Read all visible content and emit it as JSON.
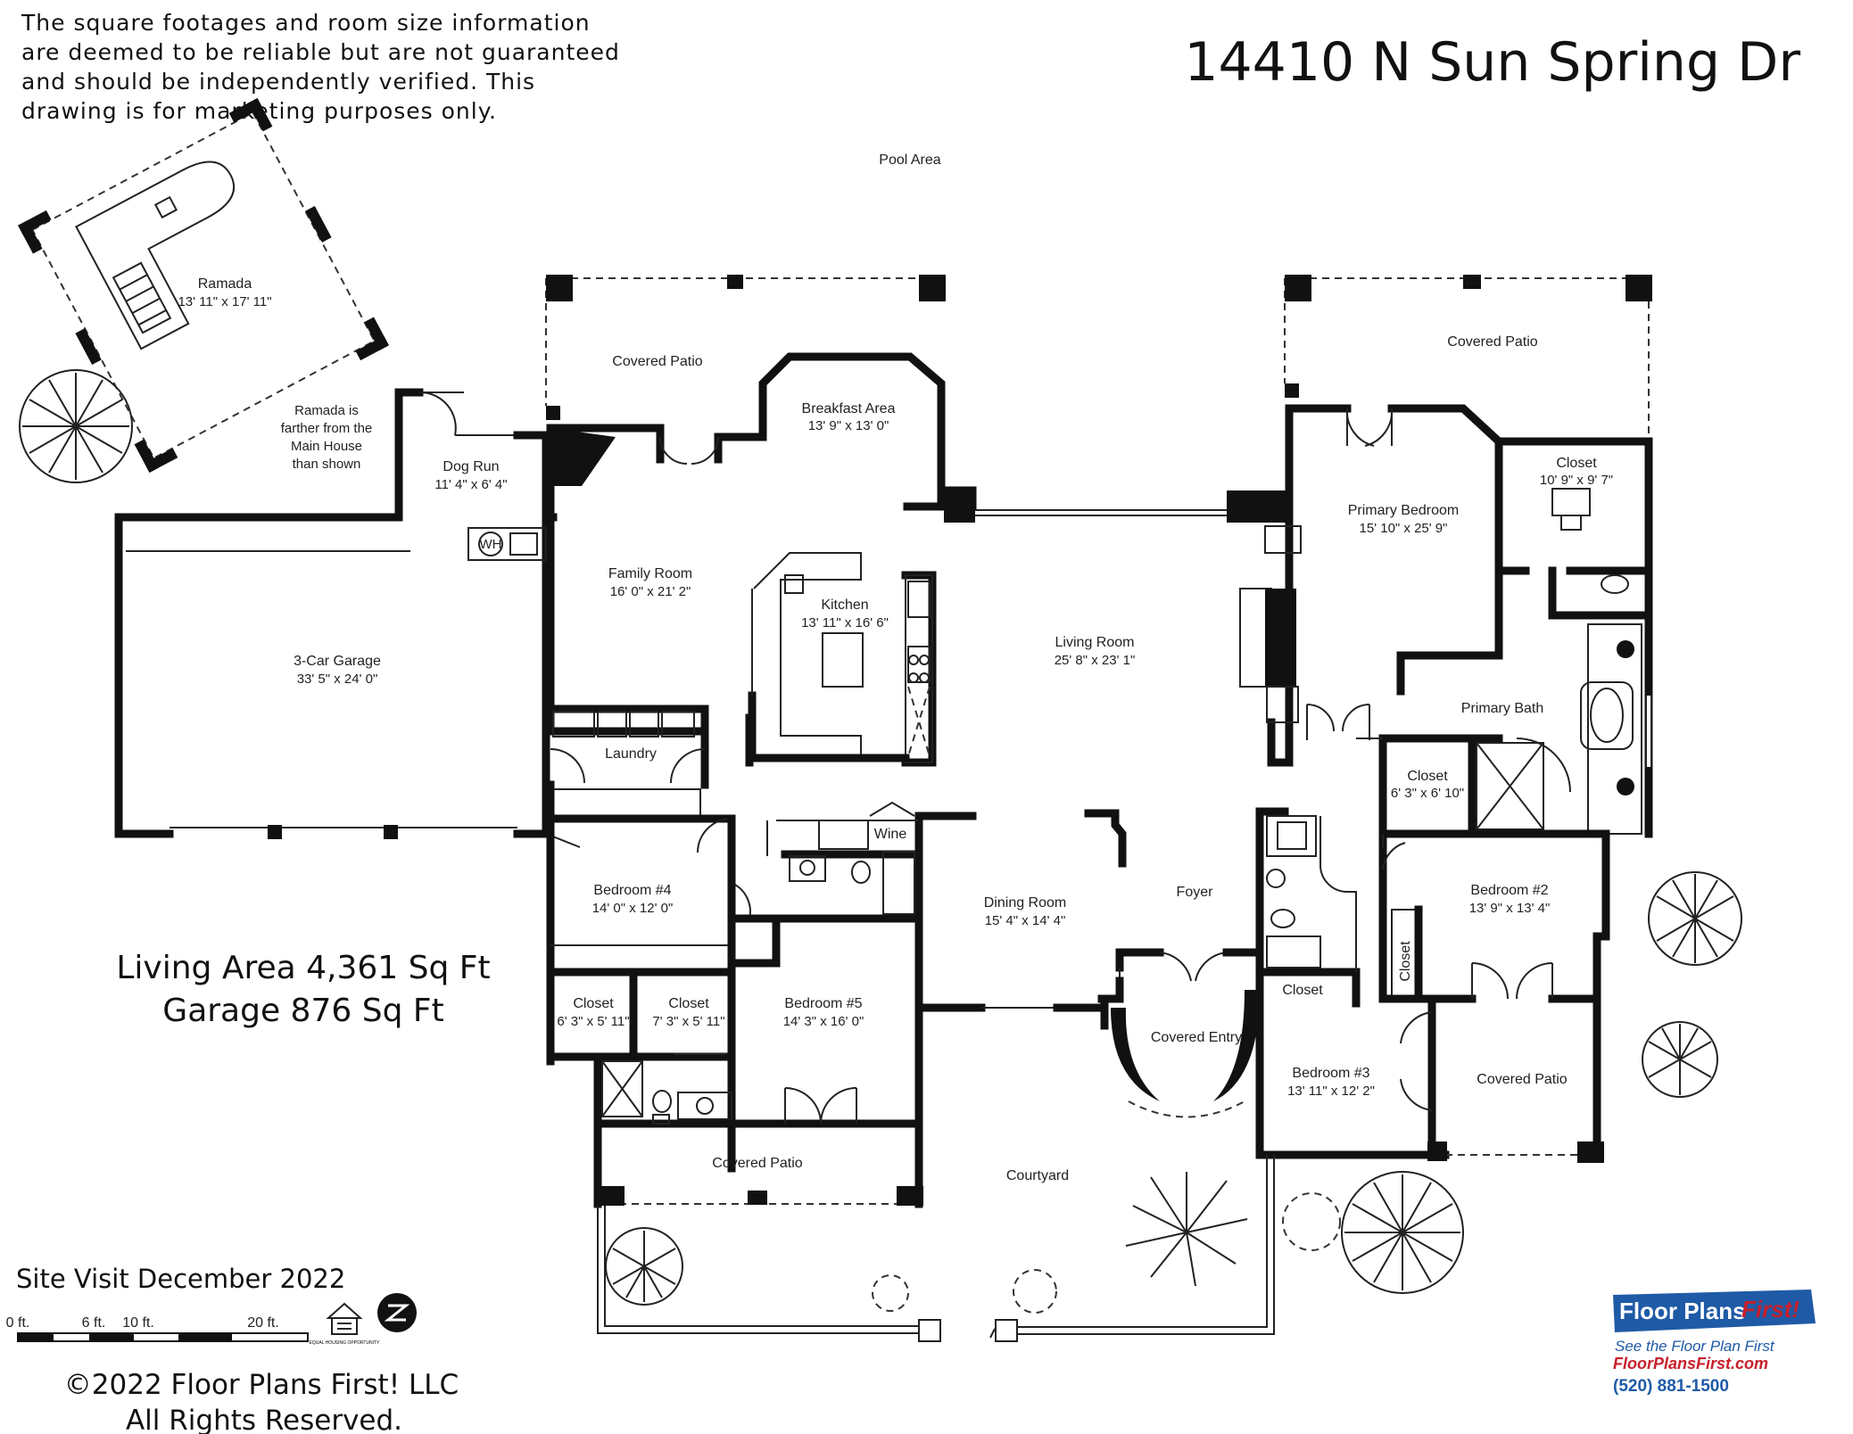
{
  "header": {
    "address": "14410 N Sun Spring Dr",
    "disclaimer_lines": [
      "The square footages and room size information",
      "are deemed to be reliable but are not guaranteed",
      "and should be independently verified. This",
      "drawing is for marketing purposes only."
    ]
  },
  "areas": {
    "living": "Living Area 4,361 Sq Ft",
    "garage": "Garage 876 Sq Ft"
  },
  "site_visit": "Site Visit December 2022",
  "scale_labels": [
    "0 ft.",
    "6 ft.",
    "10 ft.",
    "20 ft."
  ],
  "equal_housing": "EQUAL HOUSING OPPORTUNITY",
  "copyright": [
    "©2022 Floor Plans First! LLC",
    "All Rights Reserved."
  ],
  "brand": {
    "name": "Floor Plans",
    "name_accent": "First!",
    "tagline": "See the Floor Plan First",
    "url": "FloorPlansFirst.com",
    "phone": "(520) 881-1500",
    "colors": {
      "blue": "#1f5aa6",
      "red": "#c8202c"
    }
  },
  "rooms": {
    "pool_area": {
      "name": "Pool Area"
    },
    "ramada": {
      "name": "Ramada",
      "dim": "13' 11\" x 17' 11\""
    },
    "ramada_note": [
      "Ramada is",
      "farther from the",
      "Main House",
      "than shown"
    ],
    "covered_patio_left": {
      "name": "Covered Patio"
    },
    "breakfast": {
      "name": "Breakfast Area",
      "dim": "13' 9\" x 13' 0\""
    },
    "covered_patio_right": {
      "name": "Covered Patio"
    },
    "primary_bedroom": {
      "name": "Primary Bedroom",
      "dim": "15' 10\" x 25' 9\""
    },
    "closet_primary": {
      "name": "Closet",
      "dim": "10' 9\" x 9' 7\""
    },
    "dog_run": {
      "name": "Dog Run",
      "dim": "11' 4\" x 6' 4\""
    },
    "wh": {
      "name": "WH"
    },
    "family_room": {
      "name": "Family Room",
      "dim": "16' 0\" x 21' 2\""
    },
    "kitchen": {
      "name": "Kitchen",
      "dim": "13' 11\" x 16' 6\""
    },
    "living_room": {
      "name": "Living Room",
      "dim": "25' 8\" x 23' 1\""
    },
    "garage": {
      "name": "3-Car Garage",
      "dim": "33' 5\" x 24' 0\""
    },
    "laundry": {
      "name": "Laundry"
    },
    "primary_bath": {
      "name": "Primary Bath"
    },
    "closet_bath": {
      "name": "Closet",
      "dim": "6' 3\" x 6' 10\""
    },
    "wine": {
      "name": "Wine"
    },
    "bedroom4": {
      "name": "Bedroom #4",
      "dim": "14' 0\" x 12' 0\""
    },
    "dining_room": {
      "name": "Dining Room",
      "dim": "15' 4\" x 14' 4\""
    },
    "foyer": {
      "name": "Foyer"
    },
    "bedroom2": {
      "name": "Bedroom #2",
      "dim": "13' 9\" x 13' 4\""
    },
    "closet_b2": {
      "name": "Closet"
    },
    "closet_b4": {
      "name": "Closet",
      "dim": "6' 3\" x 5' 11\""
    },
    "closet_b5": {
      "name": "Closet",
      "dim": "7' 3\" x 5' 11\""
    },
    "bedroom5": {
      "name": "Bedroom #5",
      "dim": "14' 3\" x 16' 0\""
    },
    "closet_b3": {
      "name": "Closet"
    },
    "covered_entry": {
      "name": "Covered Entry"
    },
    "bedroom3": {
      "name": "Bedroom #3",
      "dim": "13' 11\" x 12' 2\""
    },
    "covered_patio_b2": {
      "name": "Covered Patio"
    },
    "covered_patio_bottom": {
      "name": "Covered Patio"
    },
    "courtyard": {
      "name": "Courtyard"
    }
  }
}
